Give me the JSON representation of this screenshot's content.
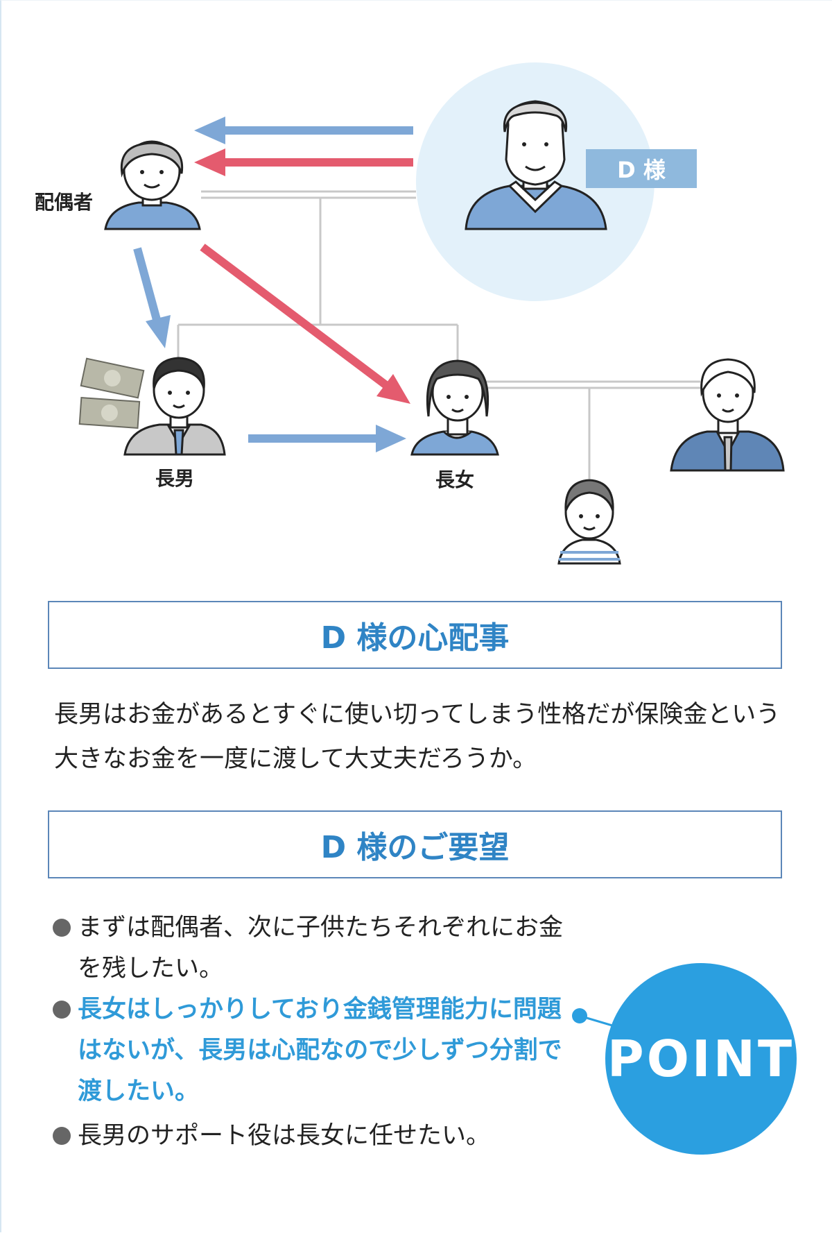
{
  "diagram": {
    "people": {
      "client_badge": "D 様",
      "spouse": "配偶者",
      "eldest_son": "長男",
      "eldest_daughter": "長女"
    }
  },
  "concern": {
    "heading": "D 様の心配事",
    "text": "長男はお金があるとすぐに使い切ってしまう性格だが保険金という大きなお金を一度に渡して大丈夫だろうか。"
  },
  "requests": {
    "heading": "D 様のご要望",
    "items": [
      {
        "text": "まずは配偶者、次に子供たちそれぞれにお金を残したい。"
      },
      {
        "text": "長女はしっかりしており金銭管理能力に問題はないが、長男は心配なので少しずつ分割で渡したい。"
      },
      {
        "text": "長男のサポート役は長女に任せたい。"
      }
    ]
  },
  "point": "POINT",
  "colors": {
    "accent_blue": "#2f9ad8",
    "arrow_blue": "#7ea7d6",
    "arrow_red": "#e45b6e"
  }
}
